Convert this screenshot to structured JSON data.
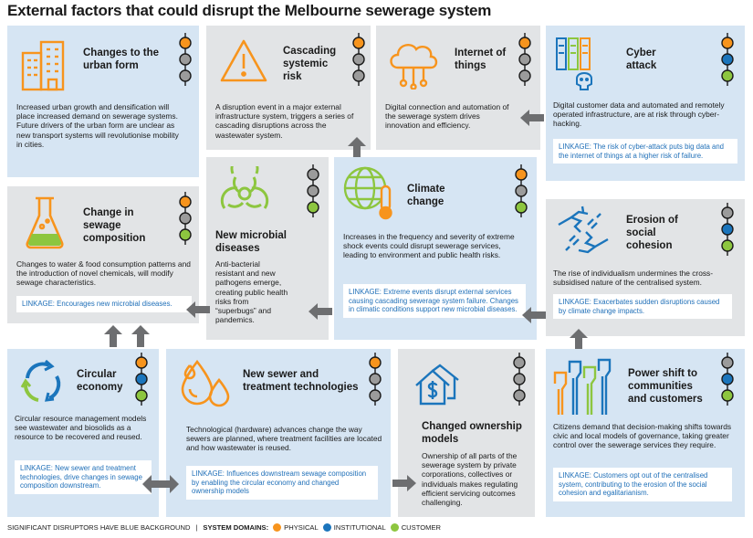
{
  "title": "External factors that could disrupt the Melbourne sewerage system",
  "colors": {
    "physical": "#f7941d",
    "institutional": "#1b75bc",
    "customer": "#8dc63f",
    "inactive": "#9b9b9b",
    "significant_bg": "#d6e5f3",
    "other_bg": "#e2e4e6",
    "arrow": "#6d6e70",
    "linkage_text": "#1f6fb8"
  },
  "cards": {
    "urban": {
      "title": "Changes to the urban form",
      "body": "Increased urban growth and densification will place increased demand on sewerage systems. Future drivers of the urban form are unclear as new transport systems will revolutionise mobility in cities.",
      "icon": "buildings-icon"
    },
    "cascading": {
      "title": "Cascading systemic risk",
      "body": "A disruption event in a major external infrastructure system, triggers a series of cascading disruptions across the wastewater system.",
      "icon": "warning-triangle-icon"
    },
    "iot": {
      "title": "Internet of things",
      "body": "Digital connection and automation of the sewerage system drives innovation and efficiency.",
      "icon": "cloud-network-icon"
    },
    "cyber": {
      "title": "Cyber attack",
      "body": "Digital customer data and automated and remotely operated infrastructure, are at risk through cyber-hacking.",
      "linkage": "LINKAGE: The risk of cyber-attack puts big data and the internet of things at a higher risk of failure.",
      "icon": "server-skull-icon"
    },
    "sewage": {
      "title": "Change in sewage composition",
      "body": "Changes to water & food consumption patterns and the introduction of novel chemicals, will modify sewage characteristics.",
      "linkage": "LINKAGE: Encourages new microbial diseases.",
      "icon": "flask-icon"
    },
    "microbial": {
      "title": "New microbial diseases",
      "body": "Anti-bacterial resistant and new pathogens emerge, creating public health risks from “superbugs” and pandemics.",
      "icon": "biohazard-icon"
    },
    "climate": {
      "title": "Climate change",
      "body": "Increases in the frequency and severity of extreme shock events could disrupt sewerage services, leading to environment and public health risks.",
      "linkage": "LINKAGE: Extreme events disrupt external services causing cascading sewerage system failure. Changes in climatic conditions support new microbial diseases.",
      "icon": "globe-thermometer-icon"
    },
    "erosion": {
      "title": "Erosion of social cohesion",
      "body": "The rise of individualism undermines the cross-subsidised nature of the centralised system.",
      "linkage": "LINKAGE: Exacerbates sudden disruptions caused by climate change impacts.",
      "icon": "broken-handshake-icon"
    },
    "circular": {
      "title": "Circular economy",
      "body": "Circular resource management models see wastewater and biosolids as a resource to be recovered and reused.",
      "linkage": "LINKAGE: New sewer and treatment technologies, drive changes in sewage composition downstream.",
      "icon": "recycle-icon"
    },
    "technologies": {
      "title": "New sewer and treatment technologies",
      "body": "Technological (hardware) advances change the way sewers are planned, where treatment facilities are located and how wastewater is reused.",
      "linkage": "LINKAGE: Influences downstream sewage composition by enabling the circular economy and changed ownership models",
      "icon": "water-drops-icon"
    },
    "ownership": {
      "title": "Changed ownership models",
      "body": "Ownership of all parts of the sewerage system by private corporations, collectives or individuals makes regulating efficient servicing outcomes challenging.",
      "icon": "house-dollar-icon"
    },
    "power": {
      "title": "Power shift to communities and customers",
      "body": "Citizens demand that decision-making shifts towards civic and local models of governance, taking greater control over the sewerage services they require.",
      "linkage": "LINKAGE: Customers opt out of the centralised system, contributing to the erosion of the social cohesion and egalitarianism.",
      "icon": "raised-fists-icon"
    }
  },
  "legend": {
    "significant": "SIGNIFICANT DISRUPTORS HAVE BLUE BACKGROUND",
    "separator": "|",
    "domains_label": "SYSTEM DOMAINS:",
    "physical": "PHYSICAL",
    "institutional": "INSTITUTIONAL",
    "customer": "CUSTOMER"
  }
}
